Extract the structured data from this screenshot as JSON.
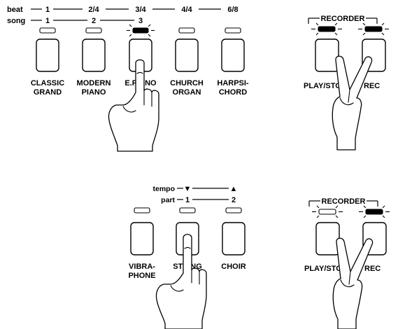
{
  "panel1": {
    "beat_row_label": "beat",
    "song_row_label": "song",
    "beat_values": [
      "1",
      "2/4",
      "3/4",
      "4/4",
      "6/8"
    ],
    "song_values": [
      "1",
      "2",
      "3"
    ],
    "buttons": [
      {
        "line1": "CLASSIC",
        "line2": "GRAND"
      },
      {
        "line1": "MODERN",
        "line2": "PIANO"
      },
      {
        "line1": "E.PIANO",
        "line2": ""
      },
      {
        "line1": "CHURCH",
        "line2": "ORGAN"
      },
      {
        "line1": "HARPSI-",
        "line2": "CHORD"
      }
    ]
  },
  "recorder1": {
    "title": "RECORDER",
    "play_stop_label": "PLAY/STOP",
    "rec_label": "REC"
  },
  "panel2": {
    "tempo_label": "tempo",
    "part_label": "part",
    "tempo_down": "▼",
    "tempo_up": "▲",
    "part_values": [
      "1",
      "2"
    ],
    "buttons": [
      {
        "line1": "VIBRA-",
        "line2": "PHONE"
      },
      {
        "line1": "STRING",
        "line2": ""
      },
      {
        "line1": "CHOIR",
        "line2": ""
      }
    ]
  },
  "recorder2": {
    "title": "RECORDER",
    "play_stop_label": "PLAY/STOP",
    "rec_label": "REC"
  }
}
